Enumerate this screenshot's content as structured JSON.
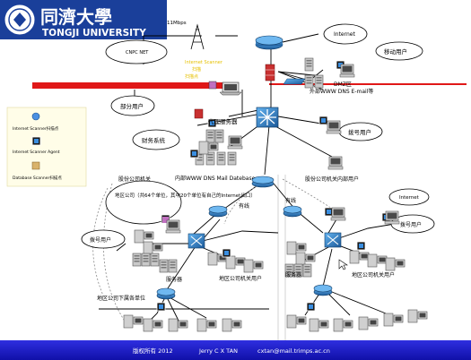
{
  "header": {
    "logo_cn": "同濟大學",
    "logo_en": "TONGJI UNIVERSITY"
  },
  "labels": {
    "link_speed": "11Mbps",
    "cnpc_net": "CNPC NET",
    "internet_top": "Internet",
    "mobile_users": "移动用户",
    "yellow_1": "Internet Scanner",
    "yellow_2": "扫描",
    "yellow_3": "扫描点",
    "dmz": "DMZ区",
    "dmz_services": "外部WWW DNS E-mail等",
    "some_users": "部分用户",
    "proxy_server": "代理服务器",
    "finance_system": "财务系统",
    "dialup_top": "拨号用户",
    "internal_services": "内部WWW  DNS Mail  Datebase",
    "hq_org": "股份公司机关",
    "hq_internal_users": "股份公司机关内部用户",
    "region_company": "地区公司（共64个单位，其中20个单位有自己的Internet出口）",
    "wired_1": "有线",
    "wired_2": "有线",
    "internet_right": "Internet",
    "dialup_left": "拨号用户",
    "dialup_right": "拨号用户",
    "server_left": "服务器",
    "region_org_users_left": "地区公司机关用户",
    "server_right": "服务器",
    "region_org_users_right": "地区公司机关用户",
    "region_sub_units": "地区公司下属各单位"
  },
  "legend": {
    "item1": "Internet Scanner扫描点",
    "item2": "Internet Scanner Agent",
    "item3": "Database Scanner扫描点"
  },
  "footer": {
    "copyright": "版权所有 2012",
    "author": "Jerry C X TAN",
    "email": "cxtan@mail.trimps.ac.cn"
  }
}
